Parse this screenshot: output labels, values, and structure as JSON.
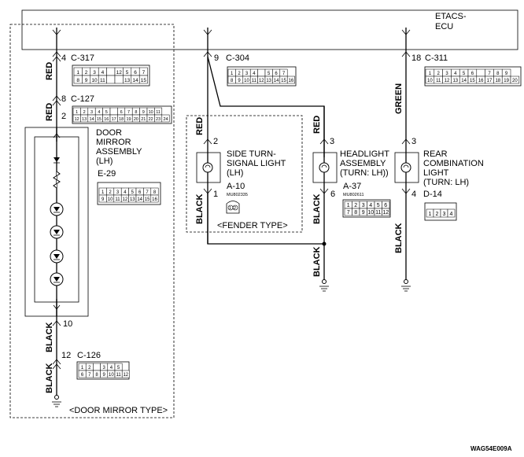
{
  "ecu": {
    "label_line1": "ETACS-",
    "label_line2": "ECU"
  },
  "left": {
    "pin_top": "4",
    "conn_top": "C-317",
    "wire_color_1": "RED",
    "pin_mid": "8",
    "conn_mid": "C-127",
    "pin_mid2": "2",
    "wire_color_2": "RED",
    "component": [
      "DOOR",
      "MIRROR",
      "ASSEMBLY",
      "(LH)"
    ],
    "component_conn": "E-29",
    "pin_bottom": "10",
    "wire_color_3": "BLACK",
    "pin_c126": "12",
    "conn_c126": "C-126",
    "wire_color_4": "BLACK",
    "type_label": "<DOOR MIRROR TYPE>",
    "c317_row1": [
      "1",
      "2",
      "3",
      "4",
      "",
      "12",
      "5",
      "6",
      "7"
    ],
    "c317_row2": [
      "8",
      "9",
      "10",
      "11",
      "",
      "",
      "13",
      "14",
      "15"
    ],
    "c127_row1": [
      "1",
      "2",
      "3",
      "4",
      "5",
      "",
      "6",
      "7",
      "8",
      "9",
      "10",
      "11"
    ],
    "c127_row2": [
      "12",
      "13",
      "14",
      "15",
      "16",
      "17",
      "18",
      "19",
      "20",
      "21",
      "22",
      "23",
      "24"
    ],
    "e29_row1": [
      "1",
      "2",
      "3",
      "4",
      "5",
      "6",
      "7",
      "8"
    ],
    "e29_row2": [
      "9",
      "10",
      "11",
      "12",
      "13",
      "14",
      "15",
      "16"
    ],
    "c126_row1": [
      "1",
      "2",
      "",
      "3",
      "4",
      "5"
    ],
    "c126_row2": [
      "6",
      "7",
      "8",
      "9",
      "10",
      "11",
      "12"
    ]
  },
  "mid1": {
    "pin_top": "9",
    "conn_top": "C-304",
    "wire_red": "RED",
    "pin_2": "2",
    "pin_1": "1",
    "component": [
      "SIDE TURN-",
      "SIGNAL LIGHT",
      "(LH)"
    ],
    "conn": "A-10",
    "part_no": "MU802335",
    "wire_black": "BLACK",
    "type_label": "<FENDER TYPE>",
    "c304_row1": [
      "1",
      "2",
      "3",
      "4",
      "",
      "5",
      "6",
      "7"
    ],
    "c304_row2": [
      "8",
      "9",
      "10",
      "11",
      "12",
      "13",
      "14",
      "15",
      "16"
    ],
    "a10": [
      "1",
      "2"
    ]
  },
  "mid2": {
    "pin_3": "3",
    "pin_6": "6",
    "wire_red": "RED",
    "wire_black": "BLACK",
    "wire_black2": "BLACK",
    "component": [
      "HEADLIGHT",
      "ASSEMBLY",
      "(TURN: LH))"
    ],
    "conn": "A-37",
    "part_no": "MU802611",
    "a37_row1": [
      "1",
      "2",
      "3",
      "4",
      "5",
      "6"
    ],
    "a37_row2": [
      "7",
      "8",
      "9",
      "10",
      "11",
      "12"
    ]
  },
  "right": {
    "pin_top": "18",
    "conn_top": "C-311",
    "wire_green": "GREEN",
    "wire_black": "BLACK",
    "pin_3": "3",
    "pin_4": "4",
    "component": [
      "REAR",
      "COMBINATION",
      "LIGHT",
      "(TURN: LH)"
    ],
    "conn": "D-14",
    "c311_row1": [
      "1",
      "2",
      "3",
      "4",
      "5",
      "6",
      "",
      "7",
      "8",
      "9"
    ],
    "c311_row2": [
      "10",
      "11",
      "12",
      "13",
      "14",
      "15",
      "16",
      "17",
      "18",
      "19",
      "20"
    ],
    "d14": [
      "1",
      "2",
      "3",
      "4"
    ]
  },
  "footer": {
    "code": "WAG54E009A"
  }
}
